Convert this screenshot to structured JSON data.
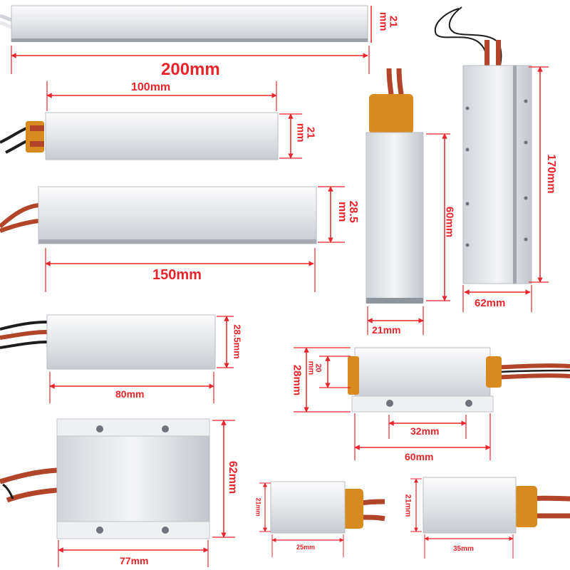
{
  "colors": {
    "dimension": "#e8252b",
    "aluminum_light": "#f2f3f5",
    "aluminum_mid": "#d3d6db",
    "aluminum_dark": "#a9aeb6",
    "wire_red": "#c0492e",
    "wire_black": "#1d1d1d",
    "tape_kapton": "#d98a1e",
    "background": "#ffffff"
  },
  "heaters": [
    {
      "name": "heater-200x21",
      "width_label": "200mm",
      "height_label": "21\nmm"
    },
    {
      "name": "heater-100x21",
      "width_label": "100mm",
      "height_label": "21\nmm"
    },
    {
      "name": "heater-150x28-5",
      "width_label": "150mm",
      "height_label": "28.5\nmm"
    },
    {
      "name": "heater-80x28-5",
      "width_label": "80mm",
      "height_label": "28.5mm"
    },
    {
      "name": "heater-77x62",
      "width_label": "77mm",
      "height_label": "62mm"
    },
    {
      "name": "heater-60x21-tall",
      "width_label": "21mm",
      "height_label": "60mm"
    },
    {
      "name": "heater-170x62",
      "width_label": "62mm",
      "height_label": "170mm"
    },
    {
      "name": "heater-60x28-flanged",
      "width_label": "60mm",
      "inner_label": "32mm",
      "height_label": "28mm",
      "inner_height_label": "20\nmm"
    },
    {
      "name": "heater-25x21",
      "width_label": "25mm",
      "height_label": "21mm"
    },
    {
      "name": "heater-35x21",
      "width_label": "35mm",
      "height_label": "21mm"
    }
  ]
}
